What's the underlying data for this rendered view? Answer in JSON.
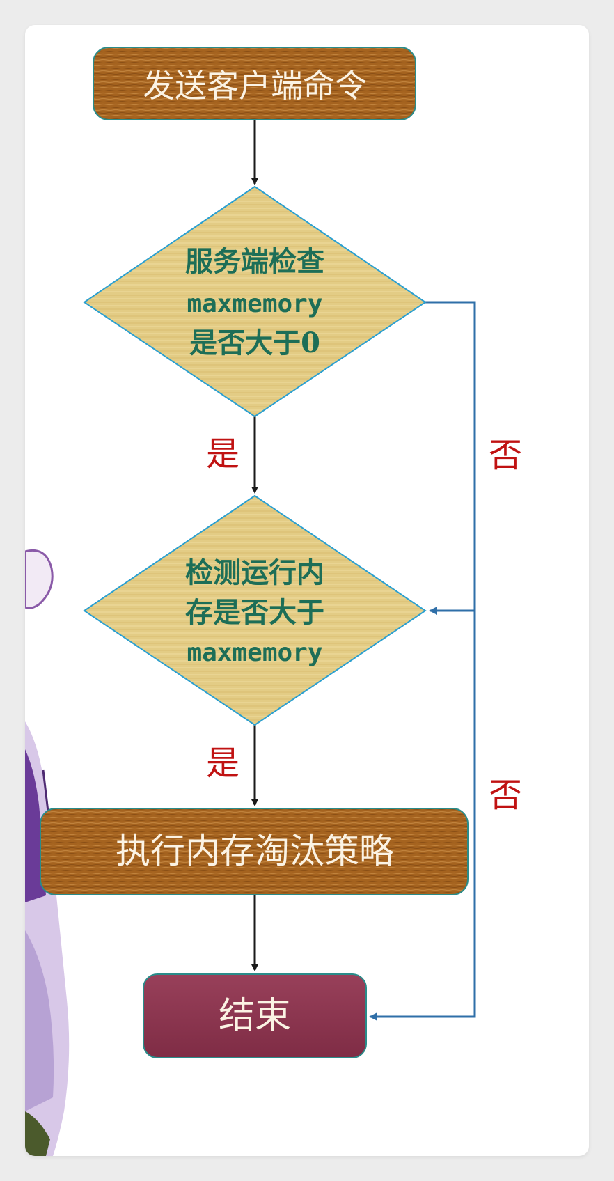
{
  "diagram": {
    "nodes": {
      "send_command": {
        "label": "发送客户端命令"
      },
      "check_maxmemory": {
        "line1": "服务端检查",
        "line2": "maxmemory",
        "line3": "是否大于0"
      },
      "check_memory": {
        "line1": "检测运行内",
        "line2": "存是否大于",
        "line3": "maxmemory"
      },
      "evict": {
        "label": "执行内存淘汰策略"
      },
      "end": {
        "label": "结束"
      }
    },
    "edge_labels": {
      "yes_1": "是",
      "yes_2": "是",
      "no_1": "否",
      "no_2": "否"
    }
  },
  "colors": {
    "wood_dark": "#9a5a1c",
    "wood_light": "#b87634",
    "diamond_fill": "#e6cf86",
    "diamond_stroke": "#2a9fd0",
    "teal_text": "#1d6e57",
    "end_fill": "#8e3650",
    "label_red": "#c01212",
    "no_line": "#2f6fa8",
    "arrow_black": "#1a1a1a"
  }
}
